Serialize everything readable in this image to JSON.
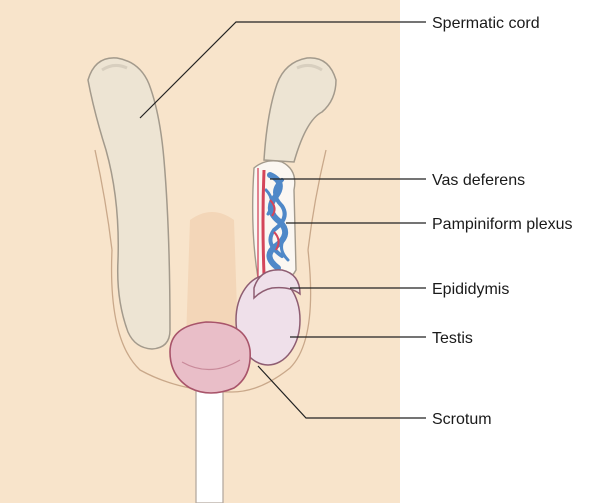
{
  "labels": {
    "spermatic_cord": "Spermatic cord",
    "vas_deferens": "Vas deferens",
    "pampiniform_plexus": "Pampiniform plexus",
    "epididymis": "Epididymis",
    "testis": "Testis",
    "scrotum": "Scrotum"
  },
  "colors": {
    "skin_background": "#f8e4cb",
    "cord": "#ede4d3",
    "cord_outline": "#a39a8c",
    "penis": "#e9bec8",
    "penis_outline": "#a8546a",
    "testis": "#efe0ea",
    "testis_outline": "#8e5d72",
    "vas_deferens": "#d4455a",
    "veins": "#4f88c8",
    "leader_line": "#222222"
  }
}
